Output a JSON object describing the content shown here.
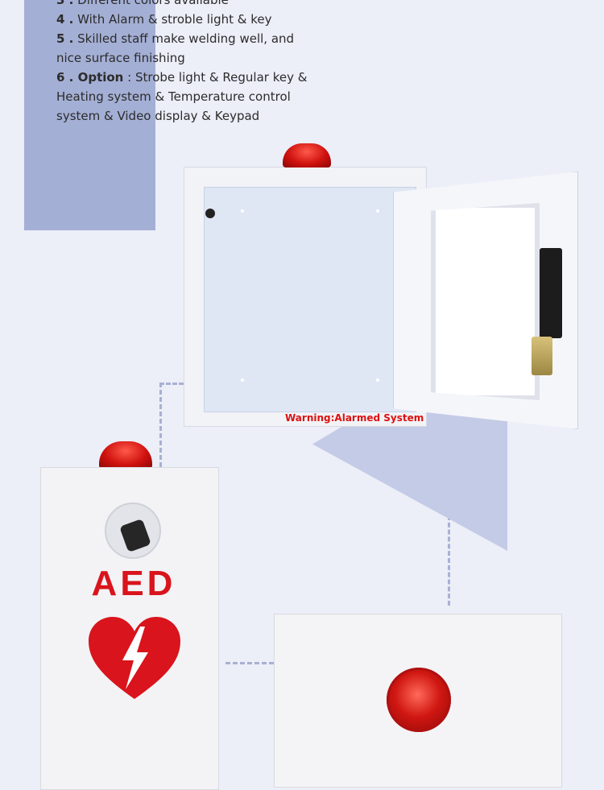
{
  "features": [
    {
      "num": "3 .",
      "text": "Different colors available"
    },
    {
      "num": "4 .",
      "text": "With Alarm & stroble light & key"
    },
    {
      "num": "5 .",
      "text": "Skilled staff make welding well, and nice surface finishing"
    },
    {
      "num": "6 . Option",
      "text": ": Strobe light & Regular key & Heating system & Temperature control system & Video display & Keypad"
    }
  ],
  "cabinet": {
    "warning_label": "Warning:Alarmed System"
  },
  "aed": {
    "label": "AED"
  },
  "colors": {
    "accent": "#a4afd5",
    "alarm_red": "#d9141c",
    "background": "#eceef8"
  }
}
